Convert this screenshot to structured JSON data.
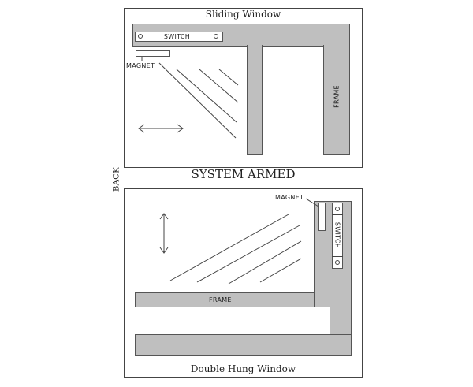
{
  "top_panel": {
    "title": "Sliding Window",
    "switch_label": "SWITCH",
    "magnet_label": "MAGNET",
    "frame_label": "FRAME"
  },
  "middle_label": "SYSTEM ARMED",
  "side_label": "BACK",
  "bottom_panel": {
    "title": "Double Hung Window",
    "switch_label": "SWITCH",
    "magnet_label": "MAGNET",
    "frame_label": "FRAME"
  },
  "colors": {
    "frame_fill": "#bfbfbf",
    "line": "#444444"
  },
  "icons": [
    "horizontal-double-arrow-icon",
    "vertical-double-arrow-icon"
  ]
}
